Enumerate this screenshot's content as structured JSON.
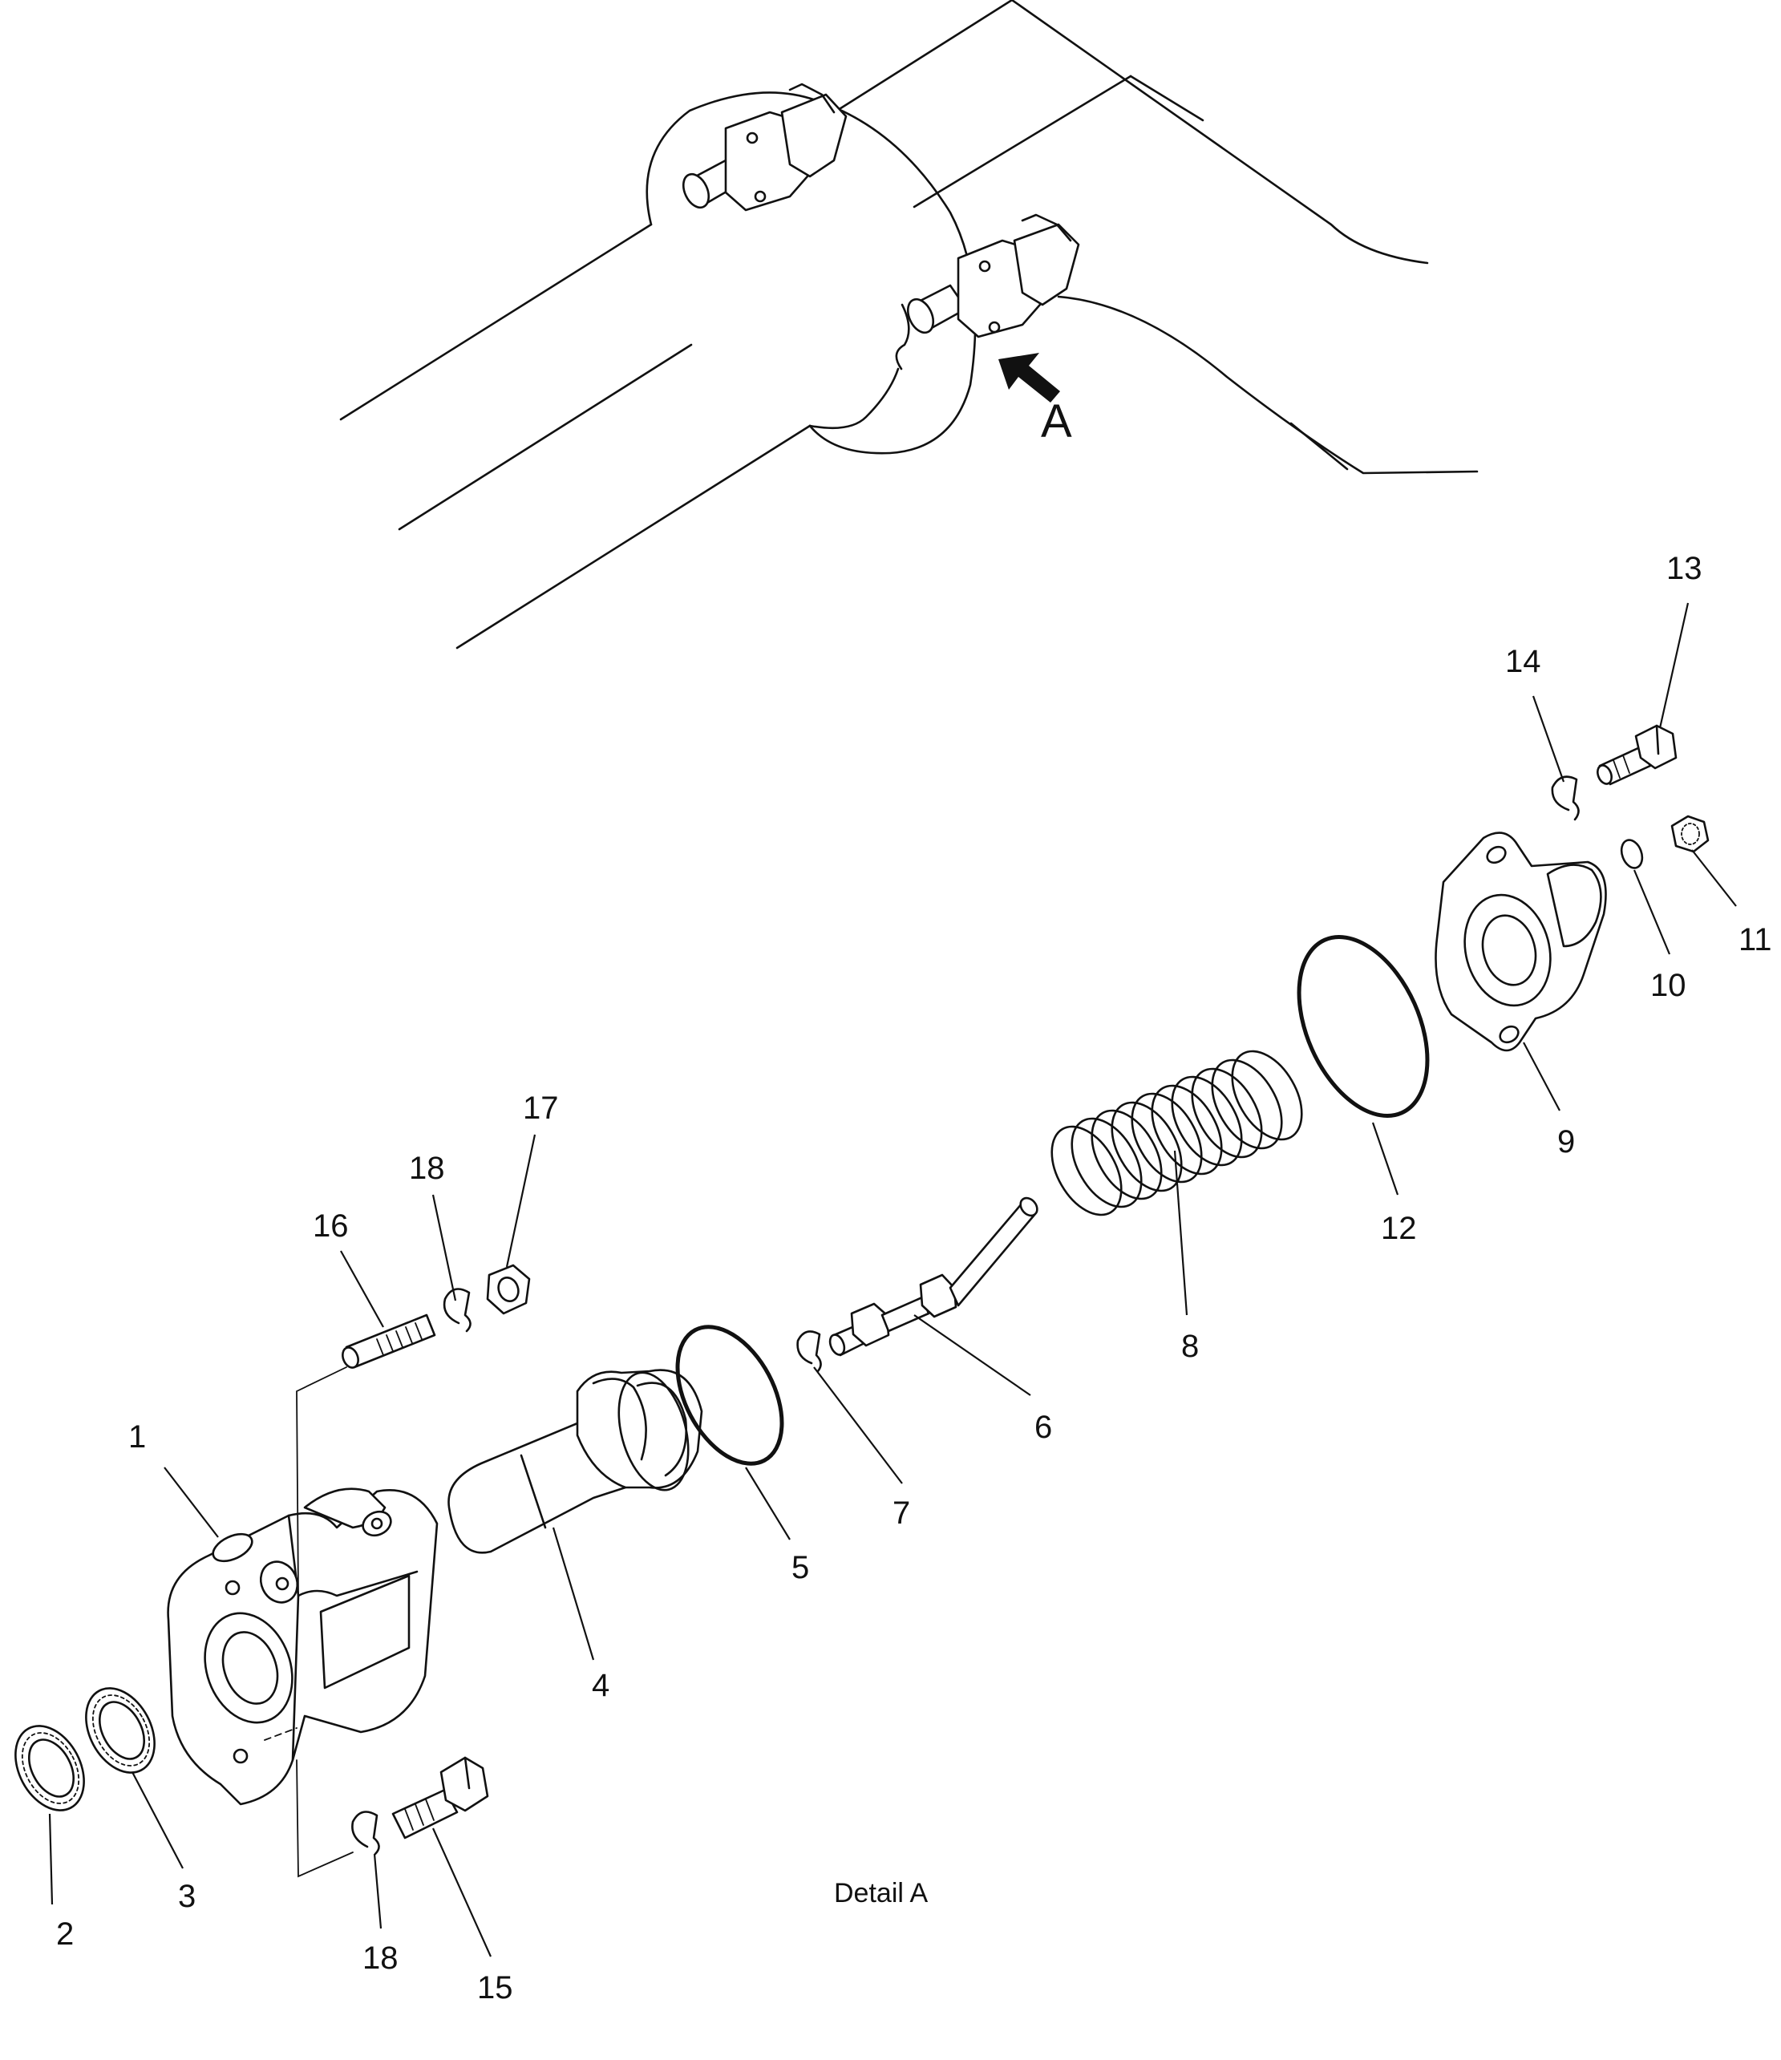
{
  "figure": {
    "caption": "Detail A",
    "view_letter": "A",
    "callouts": [
      {
        "id": "c1",
        "text": "1"
      },
      {
        "id": "c2",
        "text": "2"
      },
      {
        "id": "c3",
        "text": "3"
      },
      {
        "id": "c4",
        "text": "4"
      },
      {
        "id": "c5",
        "text": "5"
      },
      {
        "id": "c6",
        "text": "6"
      },
      {
        "id": "c7",
        "text": "7"
      },
      {
        "id": "c8",
        "text": "8"
      },
      {
        "id": "c9",
        "text": "9"
      },
      {
        "id": "c10",
        "text": "10"
      },
      {
        "id": "c11",
        "text": "11"
      },
      {
        "id": "c12",
        "text": "12"
      },
      {
        "id": "c13",
        "text": "13"
      },
      {
        "id": "c14",
        "text": "14"
      },
      {
        "id": "c15",
        "text": "15"
      },
      {
        "id": "c16",
        "text": "16"
      },
      {
        "id": "c17",
        "text": "17"
      },
      {
        "id": "c18a",
        "text": "18"
      },
      {
        "id": "c18b",
        "text": "18"
      }
    ]
  }
}
